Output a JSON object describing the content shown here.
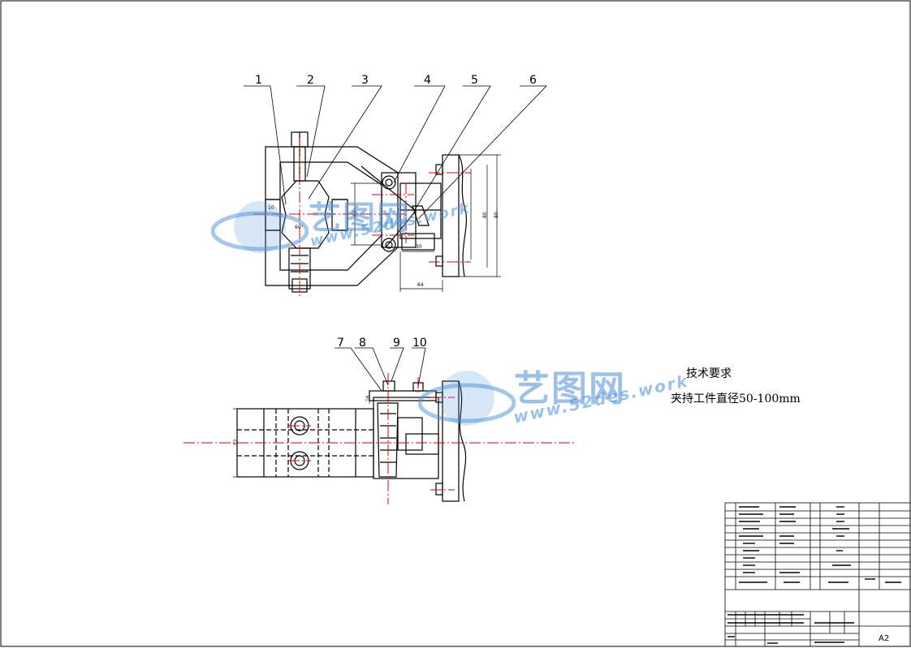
{
  "title_block": {
    "sheet_size": "A2"
  },
  "callouts": [
    "1",
    "2",
    "3",
    "4",
    "5",
    "6",
    "7",
    "8",
    "9",
    "10"
  ],
  "dimensions": {
    "d_top_60": "60",
    "d_top_80a": "80",
    "d_top_80b": "80",
    "d_top_30": "30",
    "d_top_64": "64",
    "d_top_10": "10",
    "d_angle": "60°",
    "d_front_52": "52",
    "d_front_16": "16"
  },
  "tech_req": {
    "heading": "技术要求",
    "line1": "夹持工件直径50-100mm"
  },
  "watermark": {
    "brand": "艺图网",
    "url": "www.52des.work"
  },
  "colors": {
    "line": "#000000",
    "centerline": "#e00000",
    "watermark": "#4a90d9"
  }
}
